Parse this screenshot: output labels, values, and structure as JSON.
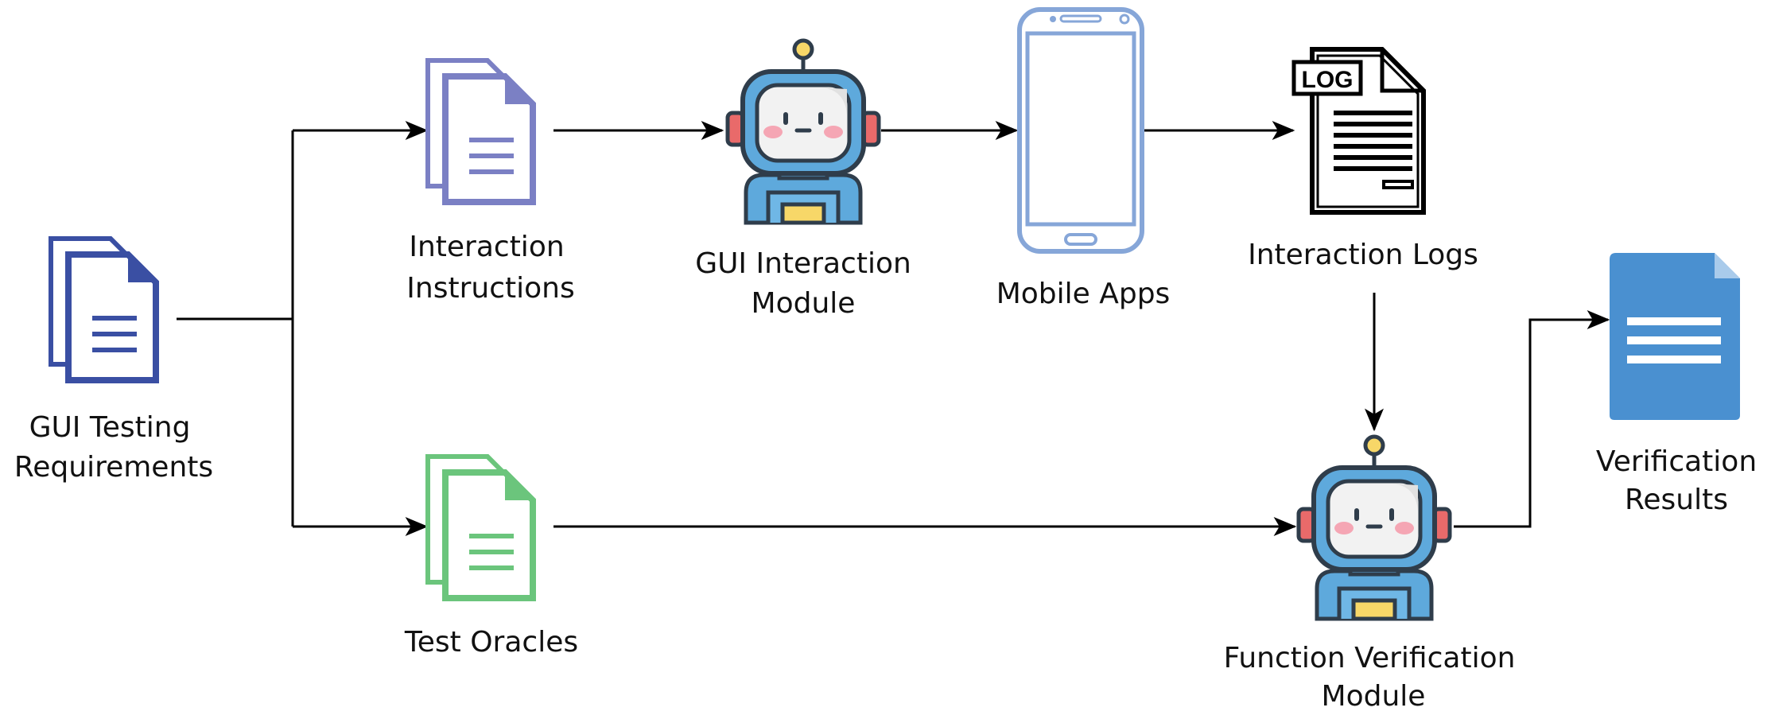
{
  "nodes": {
    "requirements": {
      "line1": "GUI Testing",
      "line2": "Requirements",
      "icon": "document-stack-icon",
      "color": "#3a4fa3"
    },
    "instructions": {
      "line1": "Interaction",
      "line2": "Instructions",
      "icon": "document-stack-icon",
      "color": "#7b80c4"
    },
    "interaction_module": {
      "line1": "GUI Interaction",
      "line2": "Module",
      "icon": "robot-icon"
    },
    "mobile_apps": {
      "line1": "Mobile Apps",
      "icon": "smartphone-icon",
      "color": "#86a6d8"
    },
    "logs": {
      "line1": "Interaction Logs",
      "icon": "log-file-icon",
      "badge": "LOG"
    },
    "oracles": {
      "line1": "Test Oracles",
      "icon": "document-stack-icon",
      "color": "#6bc57c"
    },
    "verification_module": {
      "line1": "Function Verification",
      "line2": "Module",
      "icon": "robot-icon"
    },
    "results": {
      "line1": "Verification",
      "line2": "Results",
      "icon": "document-icon",
      "color": "#4a90d0"
    }
  },
  "colors": {
    "robot_head": "#5ea9dc",
    "robot_face": "#f2f2f2",
    "robot_ears": "#e96a6a",
    "robot_chest": "#f7d768",
    "robot_dark": "#2f3d4b",
    "arrow": "#000000"
  }
}
